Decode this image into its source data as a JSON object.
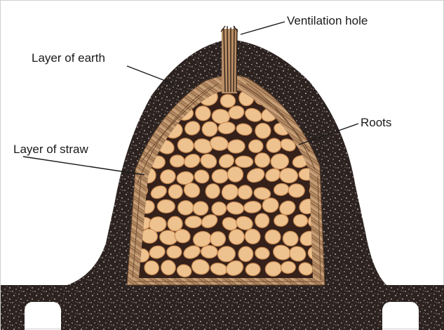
{
  "labels": {
    "ventilation_hole": "Ventilation hole",
    "layer_of_earth": "Layer of earth",
    "roots": "Roots",
    "layer_of_straw": "Layer of straw"
  },
  "colors": {
    "earth": "#2c2321",
    "earth_speckle": "#d8c9c0",
    "straw": "#b98e66",
    "root_fill": "#eec28f",
    "root_edge": "#c98a52",
    "root_gap": "#35201a",
    "leader_line": "#1a1a1a"
  }
}
